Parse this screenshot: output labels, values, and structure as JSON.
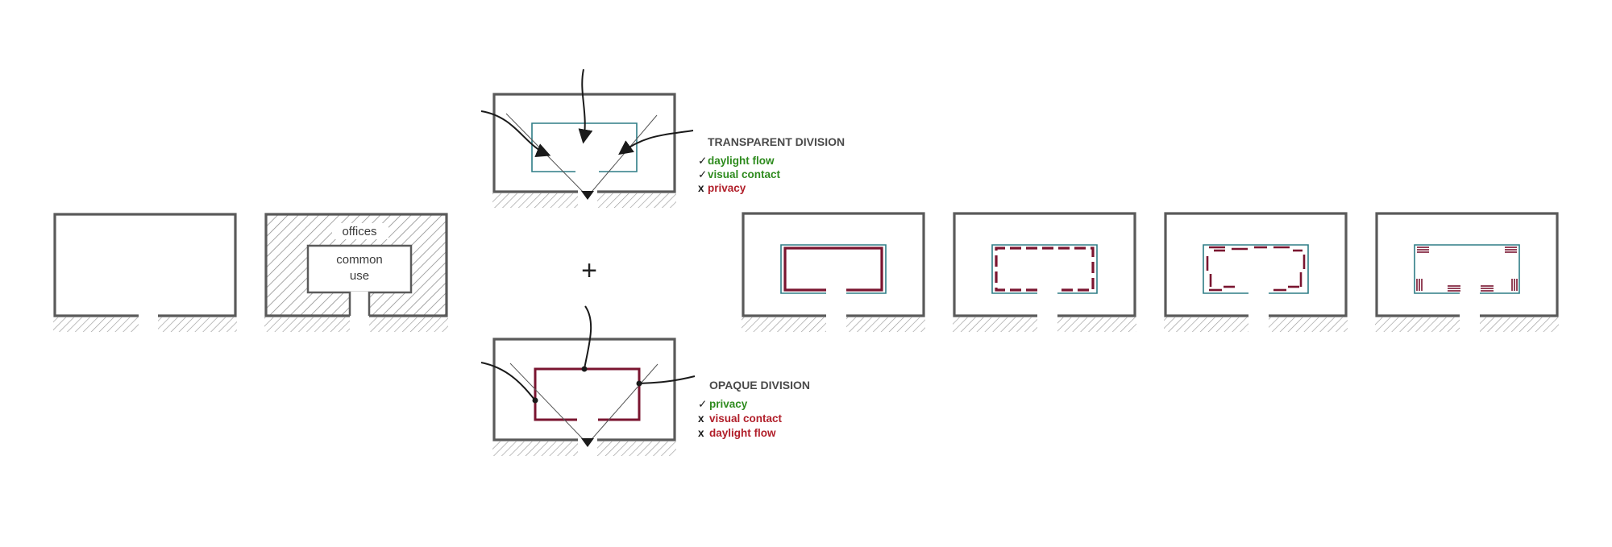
{
  "colors": {
    "wall": "#5a5a5a",
    "hatch": "#9a9a9a",
    "transparent_line": "#2e7d86",
    "opaque_line": "#7a1530",
    "positive": "#2e8b1e",
    "negative": "#b11f2a",
    "arrow": "#1a1a1a"
  },
  "zoning": {
    "offices_label": "offices",
    "common_use_line1": "common",
    "common_use_line2": "use"
  },
  "plus_symbol": "+",
  "transparent_division": {
    "title": "TRANSPARENT DIVISION",
    "checks": [
      {
        "mark": "✓",
        "text": "daylight flow",
        "status": "positive"
      },
      {
        "mark": "✓",
        "text": "visual contact",
        "status": "positive"
      },
      {
        "mark": "x",
        "text": "privacy",
        "status": "negative"
      }
    ]
  },
  "opaque_division": {
    "title": "OPAQUE DIVISION",
    "checks": [
      {
        "mark": "✓",
        "text": "privacy",
        "status": "positive"
      },
      {
        "mark": "x",
        "text": "visual contact",
        "status": "negative"
      },
      {
        "mark": "x",
        "text": "daylight flow",
        "status": "negative"
      }
    ]
  },
  "variants": [
    {
      "id": "solid",
      "icon": "solid-opaque-wall-icon"
    },
    {
      "id": "long-dashes",
      "icon": "dashed-opaque-wall-icon"
    },
    {
      "id": "sparse-dashes",
      "icon": "sparse-dashed-opaque-wall-icon"
    },
    {
      "id": "corner-bars",
      "icon": "corner-opaque-panels-icon"
    }
  ]
}
